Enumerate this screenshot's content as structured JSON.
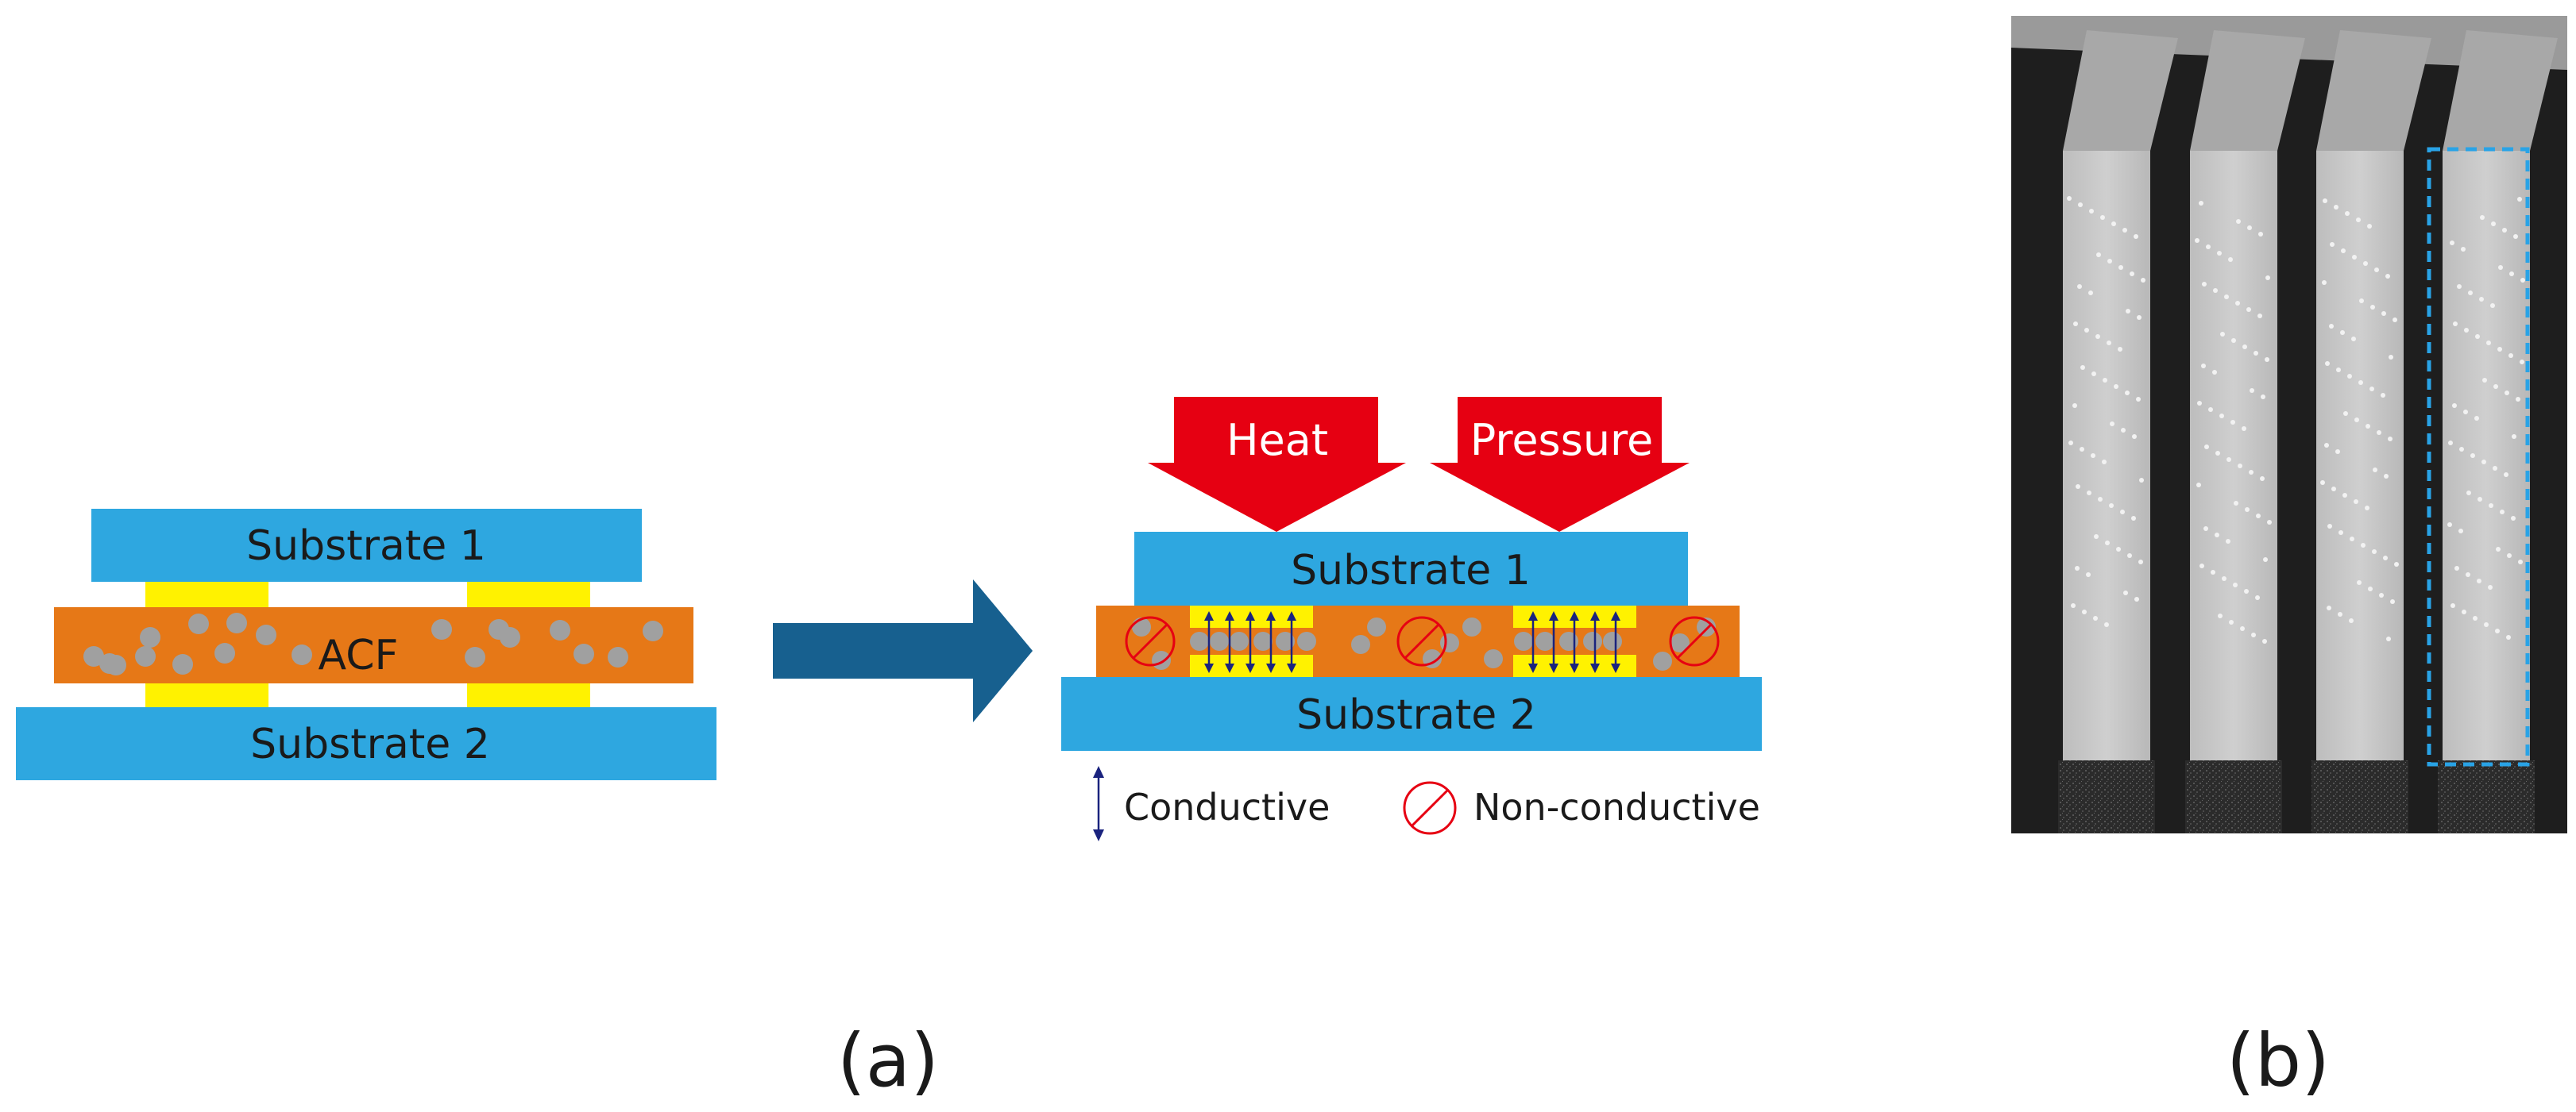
{
  "diagram": {
    "left": {
      "top_substrate": "Substrate 1",
      "film": "ACF",
      "bottom_substrate": "Substrate 2"
    },
    "right": {
      "heat_label": "Heat",
      "pressure_label": "Pressure",
      "top_substrate": "Substrate 1",
      "bottom_substrate": "Substrate 2"
    },
    "legend": {
      "conductive": "Conductive",
      "non_conductive": "Non-conductive"
    },
    "panel_a": "(a)",
    "panel_b": "(b)"
  },
  "colors": {
    "substrate": "#2ea7e0",
    "film": "#e67817",
    "electrode": "#fff200",
    "particle": "#a0a0a0",
    "process_arrow": "#17608f",
    "heat_arrow": "#e60012",
    "conductive_arrow": "#1a237e",
    "highlight_box": "#29a3e6"
  }
}
